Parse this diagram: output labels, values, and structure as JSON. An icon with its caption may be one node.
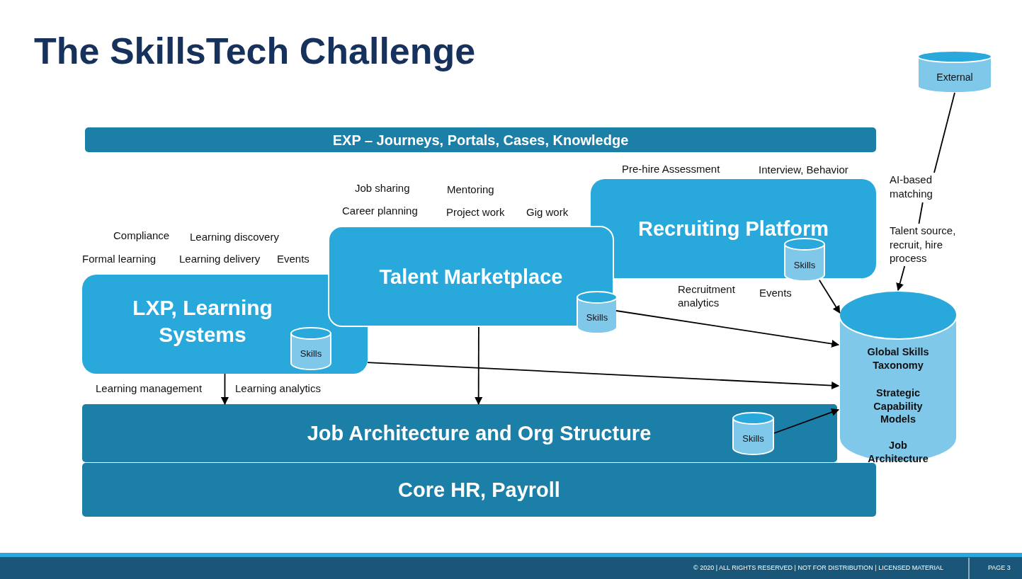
{
  "diagram": {
    "title": "The SkillsTech Challenge",
    "nodes": [
      {
        "text": [
          "EXP – Journeys, Portals, Cases, Knowledge"
        ]
      },
      {
        "text": [
          "LXP, Learning Systems"
        ]
      },
      {
        "text": [
          "Skills"
        ],
        "in": 1
      },
      {
        "text": [
          "Talent Marketplace"
        ]
      },
      {
        "text": [
          "Skills"
        ],
        "in": 3
      },
      {
        "text": [
          "Recruiting Platform"
        ]
      },
      {
        "text": [
          "Skills"
        ],
        "in": 5
      },
      {
        "text": [
          "Job Architecture and Org Structure"
        ]
      },
      {
        "text": [
          "Skills"
        ],
        "in": 7
      },
      {
        "text": [
          "Core HR, Payroll"
        ]
      },
      {
        "text": [
          "Global Skills Taxonomy",
          "Strategic Capability Models",
          "Job Architecture"
        ]
      },
      {
        "text": [
          "External"
        ]
      },
      {
        "text": [
          "AI-based matching"
        ]
      },
      {
        "text": [
          "Talent source, recruit, hire process"
        ]
      }
    ],
    "edges": [
      {
        "from": 1,
        "to": 7,
        "arrow": "to"
      },
      {
        "from": 3,
        "to": 7,
        "arrow": "to"
      },
      {
        "from": 1,
        "to": 10,
        "arrow": "to"
      },
      {
        "from": 4,
        "to": 10,
        "arrow": "to"
      },
      {
        "from": 6,
        "to": 10,
        "arrow": "to"
      },
      {
        "from": 8,
        "to": 10,
        "arrow": "to"
      },
      {
        "from": 11,
        "to": 12,
        "arrow": "none"
      },
      {
        "from": 12,
        "to": 13,
        "arrow": "none"
      },
      {
        "from": 13,
        "to": 10,
        "arrow": "to"
      }
    ],
    "labels": [
      "Compliance",
      "Learning discovery",
      "Formal learning",
      "Learning delivery",
      "Events",
      "Job sharing",
      "Mentoring",
      "Career planning",
      "Project work",
      "Gig work",
      "Pre-hire Assessment",
      "Interview, Behavior",
      "Recruitment analytics",
      "Events",
      "Learning management",
      "Learning analytics",
      "© 2020 | ALL RIGHTS RESERVED | NOT FOR DISTRIBUTION | LICENSED MATERIAL",
      "PAGE 3"
    ]
  }
}
